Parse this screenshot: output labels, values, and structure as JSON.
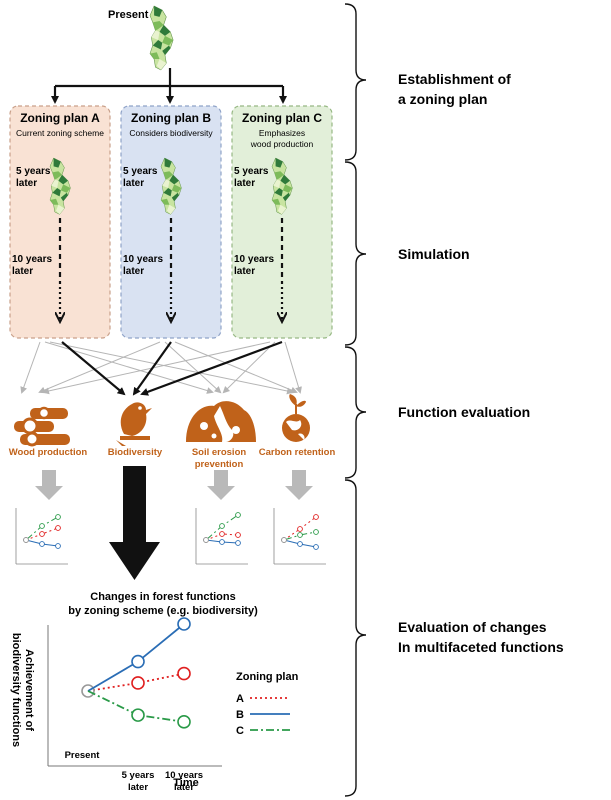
{
  "present_label": "Present",
  "plans": [
    {
      "title": "Zoning plan A",
      "sub1": "Current zoning scheme",
      "sub2": "",
      "color": "#f9e2d4",
      "stroke": "#c9a08a"
    },
    {
      "title": "Zoning plan B",
      "sub1": "Considers biodiversity",
      "sub2": "",
      "color": "#d9e2f2",
      "stroke": "#8fa3c8"
    },
    {
      "title": "Zoning plan C",
      "sub1": "Emphasizes",
      "sub2": "wood production",
      "color": "#e2efd9",
      "stroke": "#97b884"
    }
  ],
  "five_years": [
    "5 years",
    "later"
  ],
  "ten_years": [
    "10 years",
    "later"
  ],
  "functions": [
    "Wood production",
    "Biodiversity",
    "Soil erosion",
    "prevention",
    "Carbon retention"
  ],
  "stages": [
    [
      "Establishment of",
      "a zoning plan"
    ],
    [
      "Simulation"
    ],
    [
      "Function evaluation"
    ],
    [
      "Evaluation of changes",
      "In multifaceted functions"
    ]
  ],
  "chart_data": {
    "type": "line",
    "title": [
      "Changes in forest functions",
      "by zoning scheme (e.g. biodiversity)"
    ],
    "ylabel": [
      "Achievement of",
      "biodiversity functions"
    ],
    "xlabel": "Time",
    "categories": [
      "Present",
      "5 years later",
      "10 years later"
    ],
    "x_tick_lines": [
      [
        "Present"
      ],
      [
        "5 years",
        "later"
      ],
      [
        "10 years",
        "later"
      ]
    ],
    "ylim": [
      0,
      10
    ],
    "legend_title": "Zoning plan",
    "series": [
      {
        "name": "A",
        "values": [
          5.0,
          5.6,
          6.3
        ],
        "color": "#e02020",
        "dash": "2,3"
      },
      {
        "name": "B",
        "values": [
          5.0,
          7.2,
          10.0
        ],
        "color": "#2a6db5",
        "dash": ""
      },
      {
        "name": "C",
        "values": [
          5.0,
          3.2,
          2.7
        ],
        "color": "#2a9a48",
        "dash": "8,3,2,3"
      }
    ]
  },
  "colors": {
    "map_dark": "#2f7a3a",
    "map_mid": "#7dbb5a",
    "map_light": "#c8e4a0",
    "map_pale": "#e9f3cf",
    "function_icon": "#c0621a",
    "bold_arrow": "#111111",
    "thin_arrow": "#b5b5b5"
  },
  "icons": [
    "forest-map-icon",
    "logs-icon",
    "bird-icon",
    "soil-erosion-icon",
    "sprout-globe-icon"
  ]
}
